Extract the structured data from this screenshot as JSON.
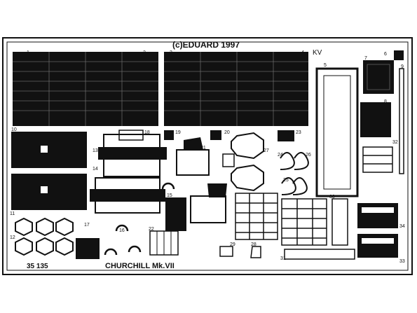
{
  "fret": {
    "copyright": "(c)EDUARD 1997",
    "corner_code": "KV",
    "catalog_number": "35 135",
    "model_title": "CHURCHILL Mk.VII",
    "part_numbers": [
      "1",
      "2",
      "3",
      "4",
      "5",
      "6",
      "7",
      "8",
      "9",
      "10",
      "11",
      "12",
      "13",
      "14",
      "15",
      "16",
      "17",
      "18",
      "19",
      "20",
      "21",
      "22",
      "23",
      "24",
      "25",
      "26",
      "27",
      "28",
      "29",
      "30",
      "31",
      "32",
      "33",
      "34"
    ]
  }
}
